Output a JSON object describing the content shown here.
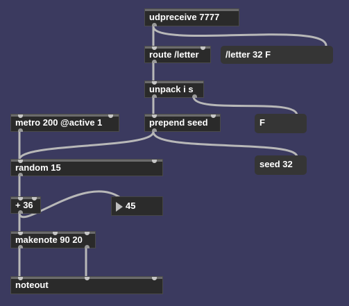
{
  "objects": {
    "udpreceive": "udpreceive 7777",
    "route": "route /letter",
    "unpack": "unpack i s",
    "prepend": "prepend seed",
    "metro": "metro 200 @active 1",
    "random": "random 15",
    "plus": "+ 36",
    "makenote": "makenote 90 20",
    "noteout": "noteout"
  },
  "messages": {
    "letter_msg": "/letter 32 F",
    "f_msg": "F",
    "seed_msg": "seed 32"
  },
  "number_box": {
    "value": "45"
  },
  "colors": {
    "canvas": "#3b3a5f",
    "object_bg": "#2a2a2a",
    "message_bg": "#353535",
    "cord": "#b8b8b8",
    "text": "#ffffff"
  }
}
